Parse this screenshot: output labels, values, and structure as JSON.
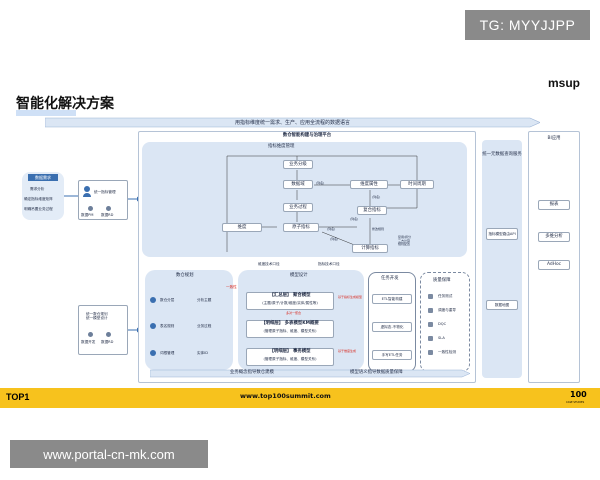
{
  "watermarks": {
    "tg": "TG: MYYJJPP",
    "portal": "www.portal-cn-mk.com"
  },
  "header": {
    "title": "智能化解决方案",
    "brand": "msup"
  },
  "banner": {
    "text": "用指标维度统一需求、生产、应用全流程的数据语言"
  },
  "footer": {
    "logo": "TOP1",
    "url": "www.top100summit.com",
    "right_mark": "100",
    "right_sub": "CASE STUDIES"
  },
  "left_panel": {
    "title": "数据需求",
    "items": [
      "需求分析",
      "确定指标维度矩阵",
      "明确吊置业务过程"
    ],
    "user_label": "统一指标管理",
    "person_a": "数据PM",
    "person_b": "数据RD",
    "user_label2": "统一数仓规划\n统一模型设计",
    "person_c": "数据开发",
    "person_d": "数据RD"
  },
  "platform": {
    "title": "数仓智能构建与治理平台",
    "metric_mgmt": "指标维度管理",
    "nodes": {
      "business_class": "业务分级",
      "data_domain": "数据域",
      "dimension_attr": "维度属性",
      "time_period": "时间周期",
      "business_process": "业务过程",
      "composite_metric": "复合指标",
      "dimension": "维度",
      "atomic_metric": "原子指标",
      "calc_metric": "计算指标"
    },
    "notes": {
      "n1": "(列名)",
      "n2": "(列名)",
      "n3": "(列名)",
      "n4": "修改规则",
      "n5": "(列名)",
      "n6": "(列名)",
      "n7": "复用/拆分\n三方计算\n规则配置"
    },
    "mid_labels": {
      "left": "维度技术口径",
      "right": "指标技术口径"
    },
    "warehouse_plan": {
      "title": "数仓规划",
      "items": [
        "数仓分层",
        "表名规则",
        "词根管理"
      ],
      "sub": [
        "分析主题",
        "业务过程",
        "实体ID"
      ],
      "tag": "一致性"
    },
    "model_design": {
      "title": "模型设计",
      "models": [
        {
          "name": "【汇总层】 聚合模型",
          "desc": "(主题/原子/计数/维度/实体/属性等)"
        },
        {
          "name": "【明细层】 多表模型KM概要",
          "desc": "(管理原子指标、维度、模型关系)"
        },
        {
          "name": "【明细层】 事务模型",
          "desc": "(管理原子指标、维度、模型关系)"
        }
      ],
      "red_notes": [
        "基于指标生成模型",
        "多对一聚合",
        "基于维度生成"
      ]
    },
    "task_dev": {
      "title": "任务开发",
      "items": [
        "ETL智能构建",
        "虚拟态-不物化",
        "手写ETL任务"
      ]
    },
    "quality": {
      "title": "质量保障",
      "items": [
        "任务测试",
        "调度与重导",
        "DQC",
        "SLA",
        "一致性检测"
      ]
    },
    "bottom_label_left": "业务概念指导数仓建模",
    "bottom_label_right": "模型语义指导数据质量保障"
  },
  "unified_service": {
    "title": "统一元数据查询服务",
    "api": "指标模型路由API",
    "map": "数据地图"
  },
  "apps": {
    "title": "BI应用",
    "items": [
      "报表",
      "多维分析",
      "AdHoc"
    ]
  },
  "colors": {
    "panel_blue": "#dbe6f4",
    "accent_blue": "#3a6fb0",
    "footer_yellow": "#f7c21d",
    "red": "#d9261c"
  }
}
